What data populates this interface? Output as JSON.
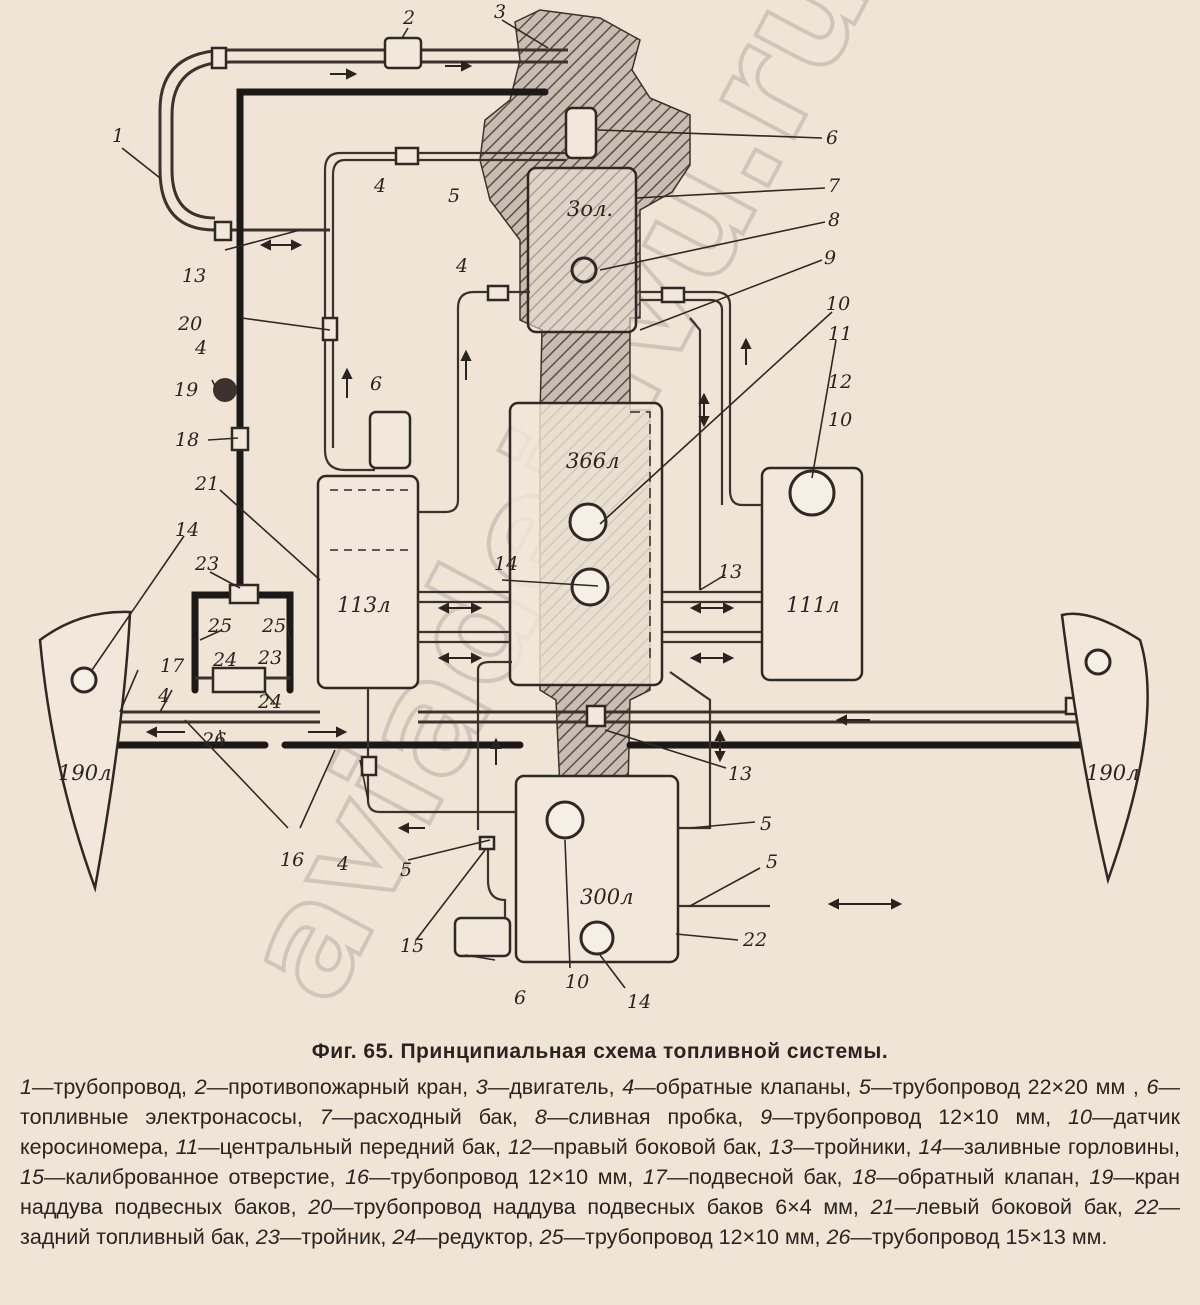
{
  "diagram": {
    "watermark": "aviadejavu.ru",
    "volumes": {
      "expense_tank": "3ол.",
      "central_front": "366л",
      "left_side": "113л",
      "right_side": "111л",
      "rear": "300л",
      "drop_left": "190л",
      "drop_right": "190л"
    },
    "callouts": [
      "1",
      "2",
      "3",
      "4",
      "4",
      "4",
      "4",
      "4",
      "5",
      "5",
      "5",
      "5",
      "6",
      "6",
      "6",
      "7",
      "8",
      "9",
      "10",
      "10",
      "10",
      "11",
      "12",
      "13",
      "13",
      "13",
      "14",
      "14",
      "14",
      "15",
      "16",
      "17",
      "18",
      "19",
      "20",
      "21",
      "22",
      "23",
      "23",
      "24",
      "24",
      "25",
      "25",
      "26"
    ]
  },
  "caption": {
    "title": "Фиг. 65. Принципиальная схема топливной системы.",
    "items": [
      {
        "n": "1",
        "text": "трубопровод,"
      },
      {
        "n": "2",
        "text": "противопожарный кран,"
      },
      {
        "n": "3",
        "text": "двигатель,"
      },
      {
        "n": "4",
        "text": "обратные клапаны,"
      },
      {
        "n": "5",
        "text": "трубопровод 22×20 мм ,"
      },
      {
        "n": "6",
        "text": "топливные электронасосы,"
      },
      {
        "n": "7",
        "text": "расходный бак,"
      },
      {
        "n": "8",
        "text": "сливная пробка,"
      },
      {
        "n": "9",
        "text": "трубопровод 12×10 мм,"
      },
      {
        "n": "10",
        "text": "датчик керосиномера,"
      },
      {
        "n": "11",
        "text": "центральный передний бак,"
      },
      {
        "n": "12",
        "text": "правый боковой бак,"
      },
      {
        "n": "13",
        "text": "тройники,"
      },
      {
        "n": "14",
        "text": "заливные горловины,"
      },
      {
        "n": "15",
        "text": "калиброванное отверстие,"
      },
      {
        "n": "16",
        "text": "трубопровод 12×10 мм,"
      },
      {
        "n": "17",
        "text": "подвесной бак,"
      },
      {
        "n": "18",
        "text": "обратный клапан,"
      },
      {
        "n": "19",
        "text": "кран наддува подвесных баков,"
      },
      {
        "n": "20",
        "text": "трубопровод наддува подвесных баков 6×4 мм,"
      },
      {
        "n": "21",
        "text": "левый боковой бак,"
      },
      {
        "n": "22",
        "text": "задний топливный бак,"
      },
      {
        "n": "23",
        "text": "тройник,"
      },
      {
        "n": "24",
        "text": "редуктор,"
      },
      {
        "n": "25",
        "text": "трубопровод 12×10 мм,"
      },
      {
        "n": "26",
        "text": "трубопровод 15×13 мм."
      }
    ]
  }
}
